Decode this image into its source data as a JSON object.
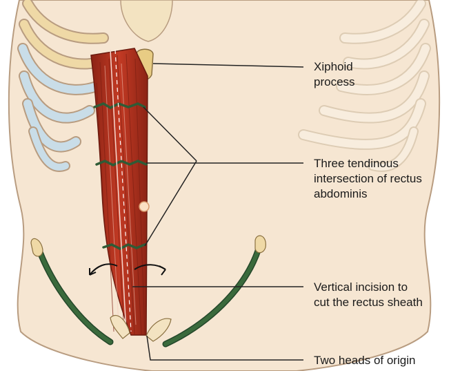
{
  "labels": {
    "xiphoid": "Xiphoid\nprocess",
    "tendinous": "Three tendinous\nintersection of rectus\nabdominis",
    "incision": "Vertical incision to\ncut the rectus sheath",
    "heads": "Two heads of origin"
  },
  "colors": {
    "skin": "#f4e4cf",
    "skin_outline": "#b89c80",
    "rib_bone": "#efd9a6",
    "rib_cartilage": "#c9dde8",
    "muscle": "#b1321f",
    "muscle_dark": "#7d1f12",
    "tendinous_line": "#2f5b36",
    "pubic_line": "#3a6a3c",
    "leader": "#222222"
  }
}
